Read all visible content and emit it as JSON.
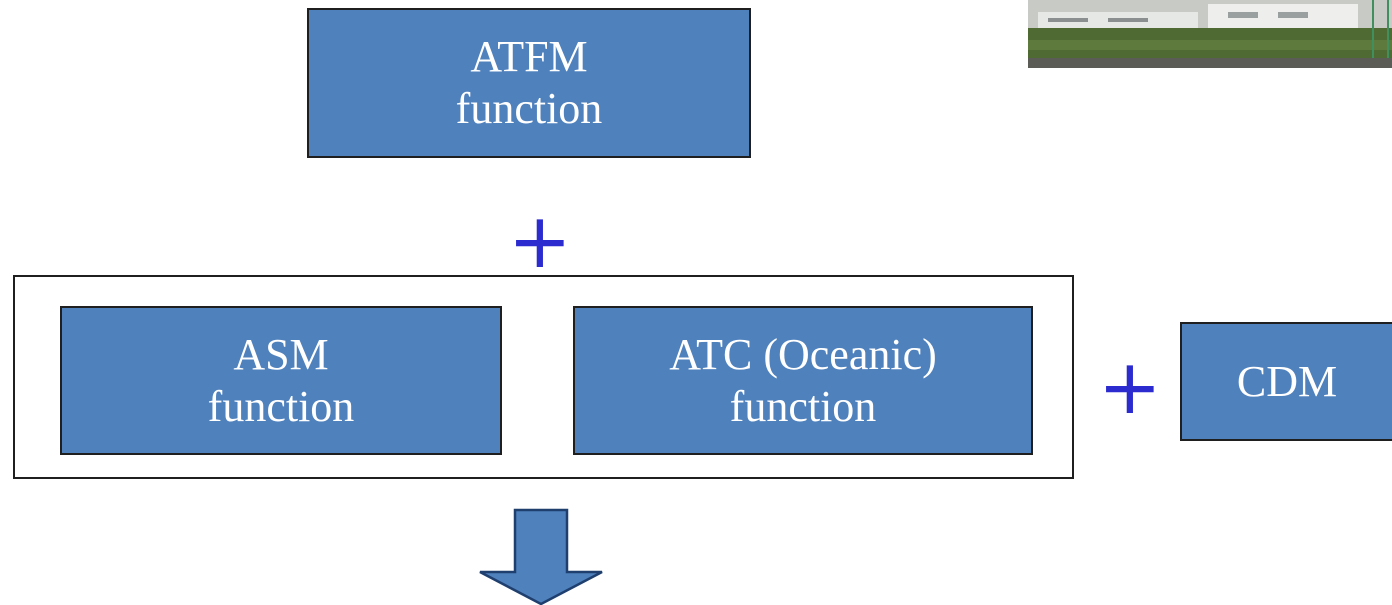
{
  "photo": {
    "colors": {
      "sky": "#b9bcb9",
      "building": "#e6e8e6",
      "grass": "#4f6a33",
      "road": "#5a5c55"
    }
  },
  "nodes": {
    "atfm": {
      "line1": "ATFM",
      "line2": "function"
    },
    "asm": {
      "line1": "ASM",
      "line2": "function"
    },
    "atc": {
      "line1": "ATC (Oceanic)",
      "line2": "function"
    },
    "cdm": {
      "line1": "CDM"
    }
  },
  "connectors": {
    "plus_top": "+",
    "plus_right": "+"
  },
  "colors": {
    "box_fill": "#4f81bd",
    "box_border": "#1f1f1f",
    "box_text": "#ffffff",
    "plus": "#2b2bcf"
  }
}
